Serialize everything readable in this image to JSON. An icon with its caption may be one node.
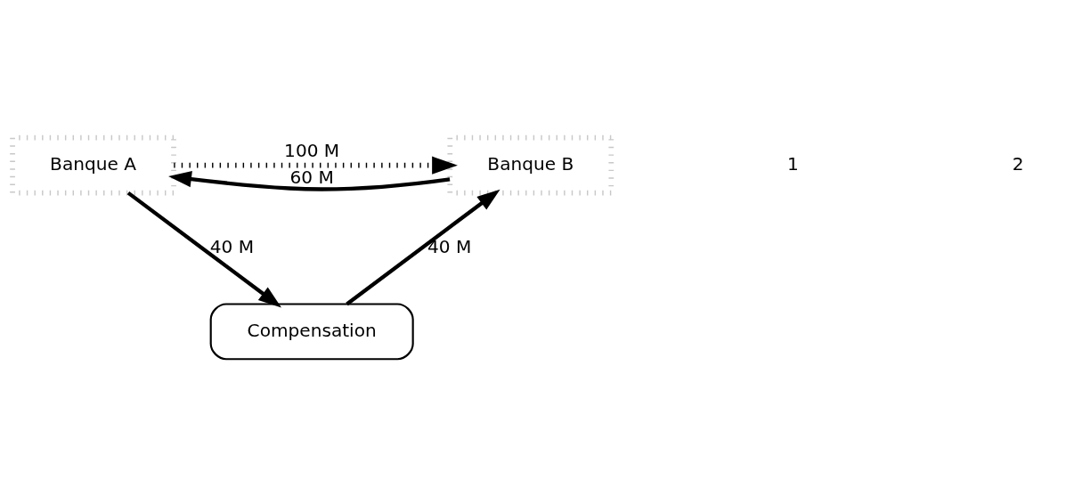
{
  "diagram": {
    "nodes": [
      {
        "text": [
          "Banque A"
        ]
      },
      {
        "text": [
          "Banque B"
        ]
      },
      {
        "text": [
          "Compensation"
        ]
      }
    ],
    "edges": [
      {
        "from": 1,
        "to": 0,
        "arrow": "to",
        "label": "60 M"
      },
      {
        "from": 0,
        "to": 1,
        "arrow": "to",
        "label": "100 M",
        "style": "dashed"
      },
      {
        "from": 0,
        "to": 2,
        "arrow": "to",
        "label": "40 M"
      },
      {
        "from": 2,
        "to": 1,
        "arrow": "to",
        "label": "40 M"
      }
    ],
    "labels": [
      "1",
      "2"
    ]
  }
}
